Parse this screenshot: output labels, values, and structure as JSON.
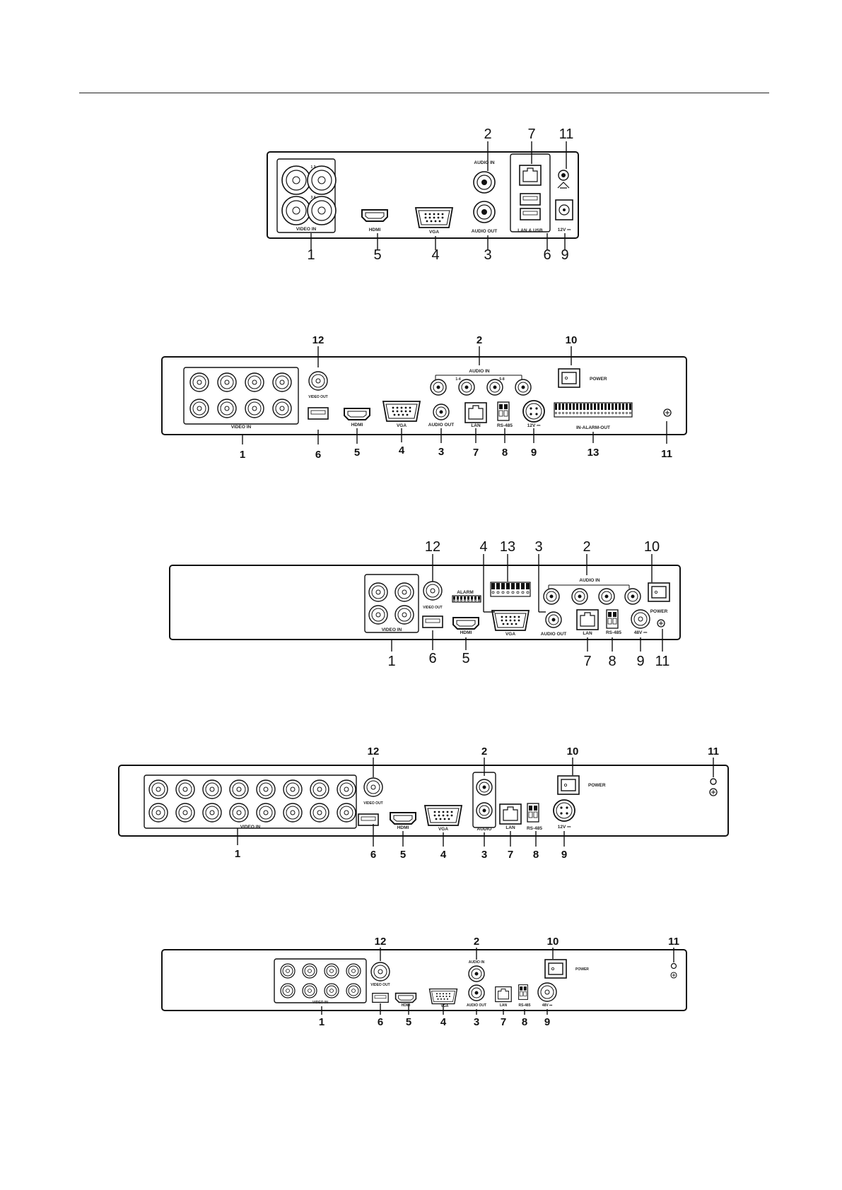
{
  "figures": [
    {
      "id": "fig1",
      "callouts": [
        "1",
        "2",
        "3",
        "4",
        "5",
        "6",
        "7",
        "9",
        "11"
      ],
      "labels": {
        "video_in": "VIDEO IN",
        "hdmi": "HDMI",
        "vga": "VGA",
        "audio_in": "AUDIO IN",
        "audio_out": "AUDIO OUT",
        "lan_usb": "LAN & USB",
        "power": "12V ⎓",
        "bnc_top": "1 2",
        "bnc_bottom": "3 4"
      }
    },
    {
      "id": "fig2",
      "callouts": [
        "1",
        "2",
        "3",
        "4",
        "5",
        "6",
        "7",
        "8",
        "9",
        "10",
        "11",
        "12",
        "13"
      ],
      "labels": {
        "video_in": "VIDEO IN",
        "video_out": "VIDEO OUT",
        "hdmi": "HDMI",
        "vga": "VGA",
        "audio_in": "AUDIO IN",
        "audio_out": "AUDIO OUT",
        "lan": "LAN",
        "rs485": "RS-485",
        "power_in": "12V ⎓",
        "power": "POWER",
        "alarm": "IN-ALARM-OUT",
        "audio_group_a": "1-4",
        "audio_group_b": "5-8"
      }
    },
    {
      "id": "fig3",
      "callouts": [
        "1",
        "2",
        "3",
        "4",
        "5",
        "6",
        "7",
        "8",
        "9",
        "10",
        "11",
        "12",
        "13"
      ],
      "labels": {
        "video_in": "VIDEO IN",
        "video_out": "VIDEO OUT",
        "alarm": "ALARM",
        "hdmi": "HDMI",
        "vga": "VGA",
        "audio_in": "AUDIO IN",
        "audio_out": "AUDIO OUT",
        "lan": "LAN",
        "rs485": "RS-485",
        "power_in": "48V ⎓",
        "power": "POWER"
      }
    },
    {
      "id": "fig4",
      "callouts": [
        "1",
        "2",
        "3",
        "4",
        "5",
        "6",
        "7",
        "8",
        "9",
        "10",
        "11",
        "12"
      ],
      "labels": {
        "video_in": "VIDEO IN",
        "video_out": "VIDEO OUT",
        "hdmi": "HDMI",
        "vga": "VGA",
        "audio": "AUDIO",
        "lan": "LAN",
        "rs485": "RS-485",
        "power_in": "12V ⎓",
        "power": "POWER"
      }
    },
    {
      "id": "fig5",
      "callouts": [
        "1",
        "2",
        "3",
        "4",
        "5",
        "6",
        "7",
        "8",
        "9",
        "10",
        "11",
        "12"
      ],
      "labels": {
        "video_in": "VIDEO IN",
        "video_out": "VIDEO OUT",
        "hdmi": "HDMI",
        "vga": "VGA",
        "audio_in": "AUDIO IN",
        "audio_out": "AUDIO OUT",
        "lan": "LAN",
        "rs485": "RS-485",
        "power_in": "48V ⎓",
        "power": "POWER"
      }
    }
  ]
}
